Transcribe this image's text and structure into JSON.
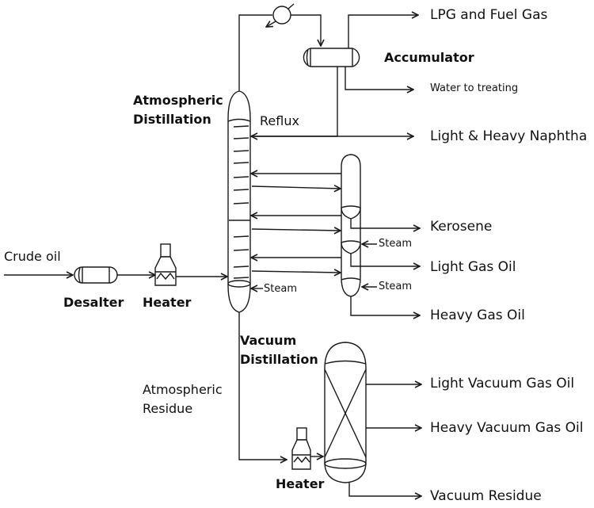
{
  "labels": {
    "crude_oil": "Crude oil",
    "desalter": "Desalter",
    "heater_1": "Heater",
    "heater_2": "Heater",
    "atmospheric_distillation_1": "Atmospheric",
    "atmospheric_distillation_2": "Distillation",
    "reflux": "Reflux",
    "accumulator": "Accumulator",
    "steam_main": "Steam",
    "steam_stripper_1": "Steam",
    "steam_stripper_2": "Steam",
    "vacuum_distillation_1": "Vacuum",
    "vacuum_distillation_2": "Distillation",
    "atmospheric_residue_1": "Atmospheric",
    "atmospheric_residue_2": "Residue"
  },
  "products": {
    "lpg": "LPG and Fuel Gas",
    "water": "Water to treating",
    "naphtha": "Light & Heavy Naphtha",
    "kerosene": "Kerosene",
    "light_gas_oil": "Light Gas Oil",
    "heavy_gas_oil": "Heavy Gas Oil",
    "light_vacuum_gas_oil": "Light Vacuum Gas Oil",
    "heavy_vacuum_gas_oil": "Heavy Vacuum Gas Oil",
    "vacuum_residue": "Vacuum Residue"
  },
  "icons": {
    "desalter": "horizontal-vessel",
    "heater": "fired-heater",
    "condenser": "heat-exchanger-circle",
    "accumulator": "horizontal-vessel",
    "atmospheric_column": "tray-column",
    "side_stripper": "stripper-column",
    "vacuum_column": "packed-column"
  }
}
